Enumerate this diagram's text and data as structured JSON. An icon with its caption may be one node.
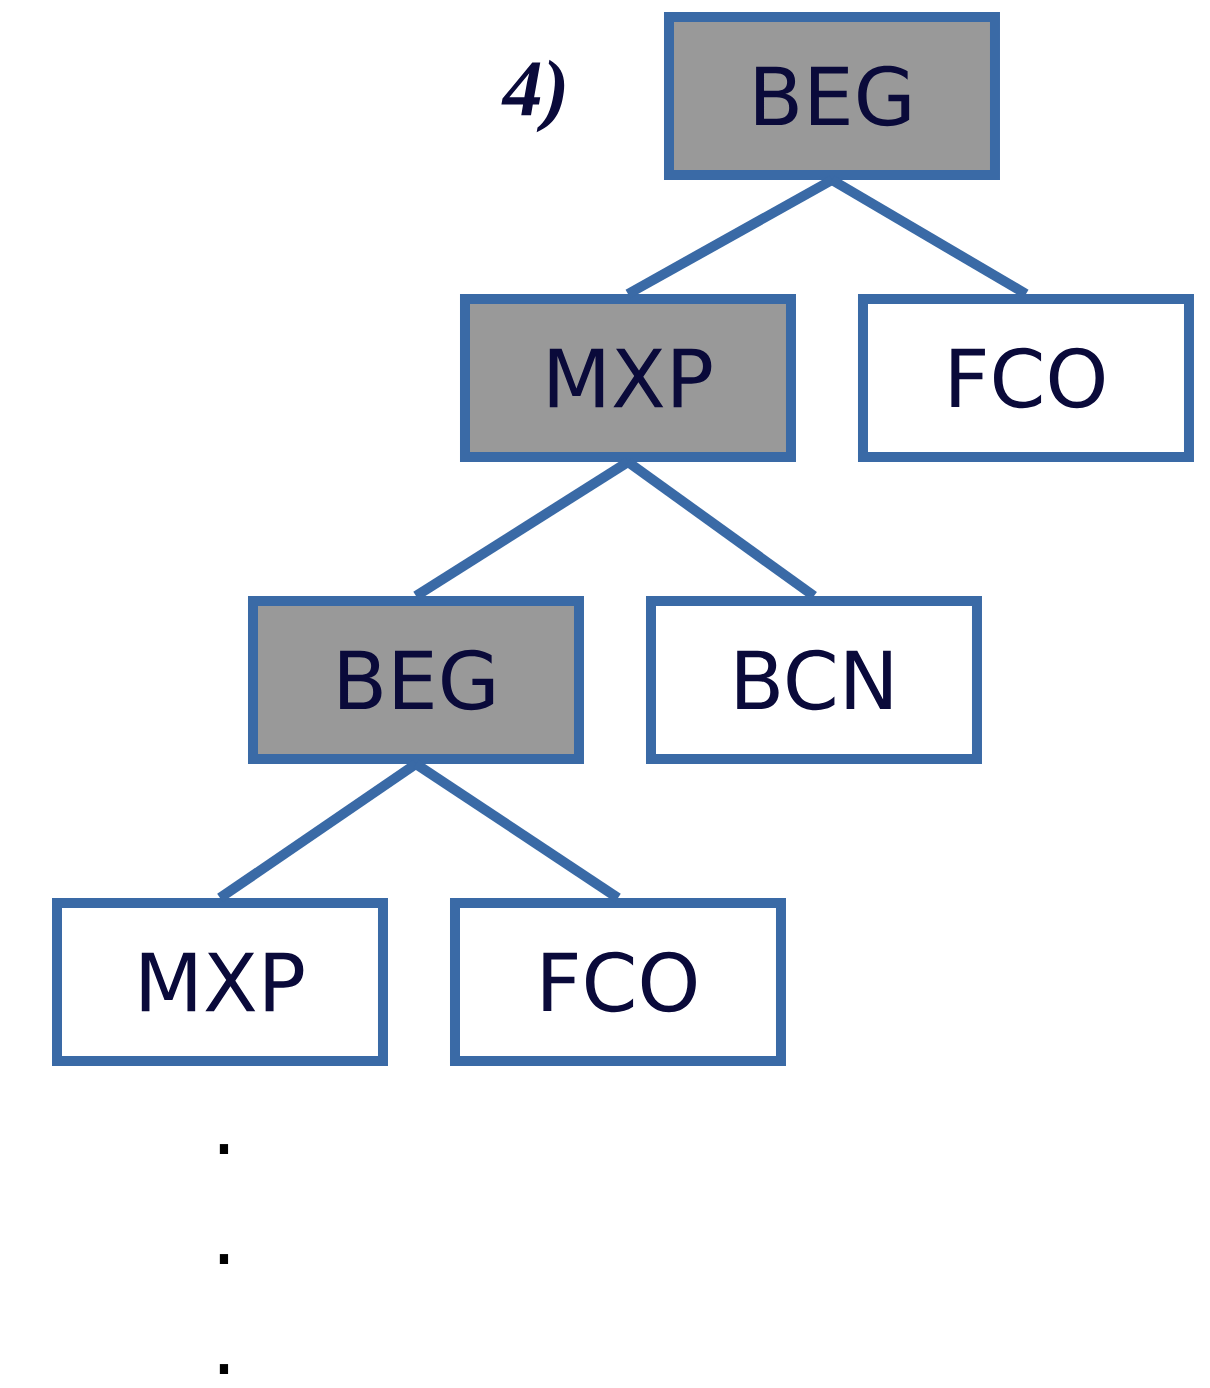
{
  "diagram": {
    "nodes": [
      {
        "text": [
          "BEG"
        ]
      },
      {
        "text": [
          "MXP"
        ]
      },
      {
        "text": [
          "FCO"
        ]
      },
      {
        "text": [
          "BEG"
        ]
      },
      {
        "text": [
          "BCN"
        ]
      },
      {
        "text": [
          "MXP"
        ]
      },
      {
        "text": [
          "FCO"
        ]
      }
    ],
    "edges": [
      {
        "from": 0,
        "to": 1,
        "arrow": "none"
      },
      {
        "from": 0,
        "to": 2,
        "arrow": "none"
      },
      {
        "from": 1,
        "to": 3,
        "arrow": "none"
      },
      {
        "from": 1,
        "to": 4,
        "arrow": "none"
      },
      {
        "from": 3,
        "to": 5,
        "arrow": "none"
      },
      {
        "from": 3,
        "to": 6,
        "arrow": "none"
      }
    ],
    "labels": [
      "4)",
      ".",
      ".",
      "."
    ]
  }
}
